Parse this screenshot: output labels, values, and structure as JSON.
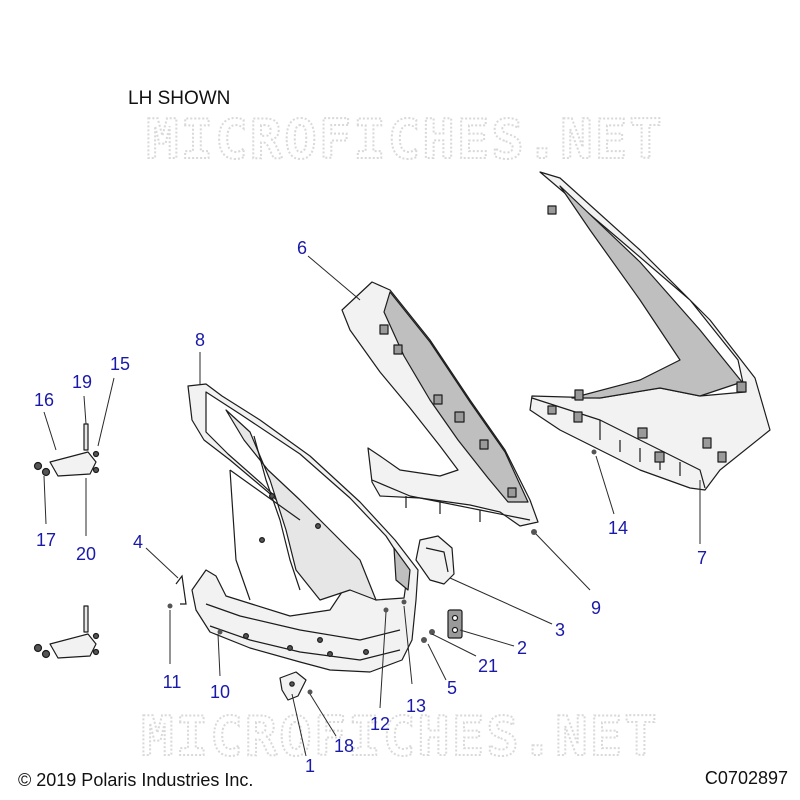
{
  "header": {
    "view_note": "LH SHOWN"
  },
  "watermark": {
    "text": "MICROFICHES.NET"
  },
  "footer": {
    "copyright": "© 2019 Polaris Industries Inc.",
    "drawing_id": "C0702897"
  },
  "callouts": [
    "1",
    "2",
    "3",
    "4",
    "5",
    "6",
    "7",
    "8",
    "9",
    "10",
    "11",
    "12",
    "13",
    "14",
    "15",
    "16",
    "17",
    "18",
    "19",
    "20",
    "21"
  ],
  "colors": {
    "callout": "#1a1aa8",
    "leader": "#2a2a2a",
    "part_outline": "#1c1c1c",
    "part_fill": "#f2f2f2",
    "part_shade": "#bfbfbf",
    "watermark": "#d9d9d9"
  }
}
